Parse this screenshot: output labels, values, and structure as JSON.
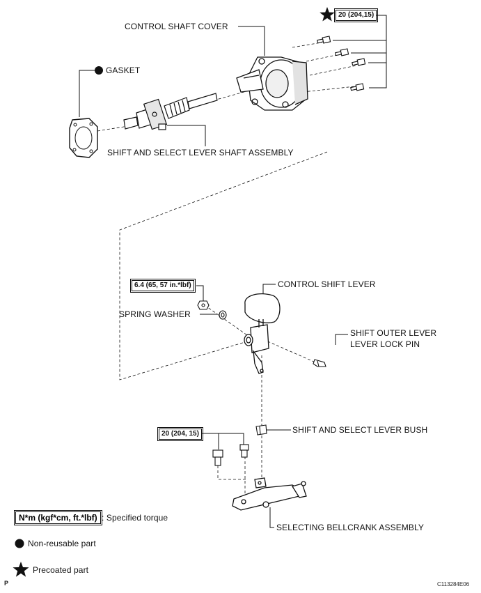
{
  "labels": {
    "control_shaft_cover": "CONTROL SHAFT COVER",
    "gasket": "GASKET",
    "shift_select_shaft": "SHIFT AND SELECT LEVER SHAFT ASSEMBLY",
    "control_shift_lever": "CONTROL SHIFT LEVER",
    "spring_washer": "SPRING WASHER",
    "shift_outer_lever_1": "SHIFT OUTER LEVER",
    "shift_outer_lever_2": "LEVER LOCK PIN",
    "bush": "SHIFT AND SELECT LEVER BUSH",
    "bellcrank": "SELECTING BELLCRANK ASSEMBLY"
  },
  "torques": {
    "cover_bolts": "20 (204,15)",
    "lever_nut": "6.4 (65, 57 in.*lbf)",
    "bellcrank_bolts": "20 (204, 15)"
  },
  "legend": {
    "torque_box": "N*m (kgf*cm, ft.*lbf)",
    "torque_text": ": Specified torque",
    "nonreusable": "Non-reusable part",
    "precoated": "Precoated part"
  },
  "footer": {
    "left_code": "P",
    "right_code": "C113284E06"
  },
  "icons": {
    "nonreusable": "filled-circle-icon",
    "precoated": "star-icon"
  }
}
